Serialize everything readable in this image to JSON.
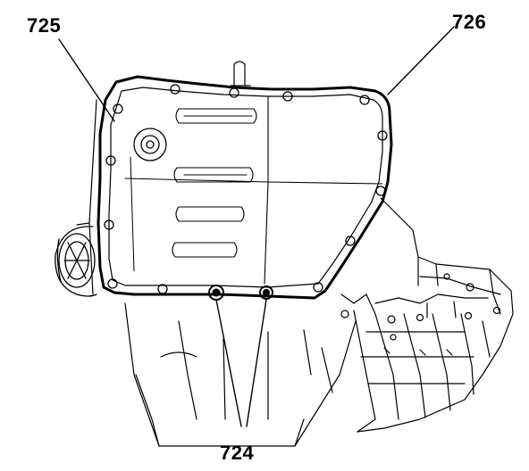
{
  "callouts": {
    "pan_gasket": "725",
    "oil_pan": "726",
    "bolts": "724"
  },
  "colors": {
    "ink": "#000000",
    "paper": "#ffffff"
  }
}
